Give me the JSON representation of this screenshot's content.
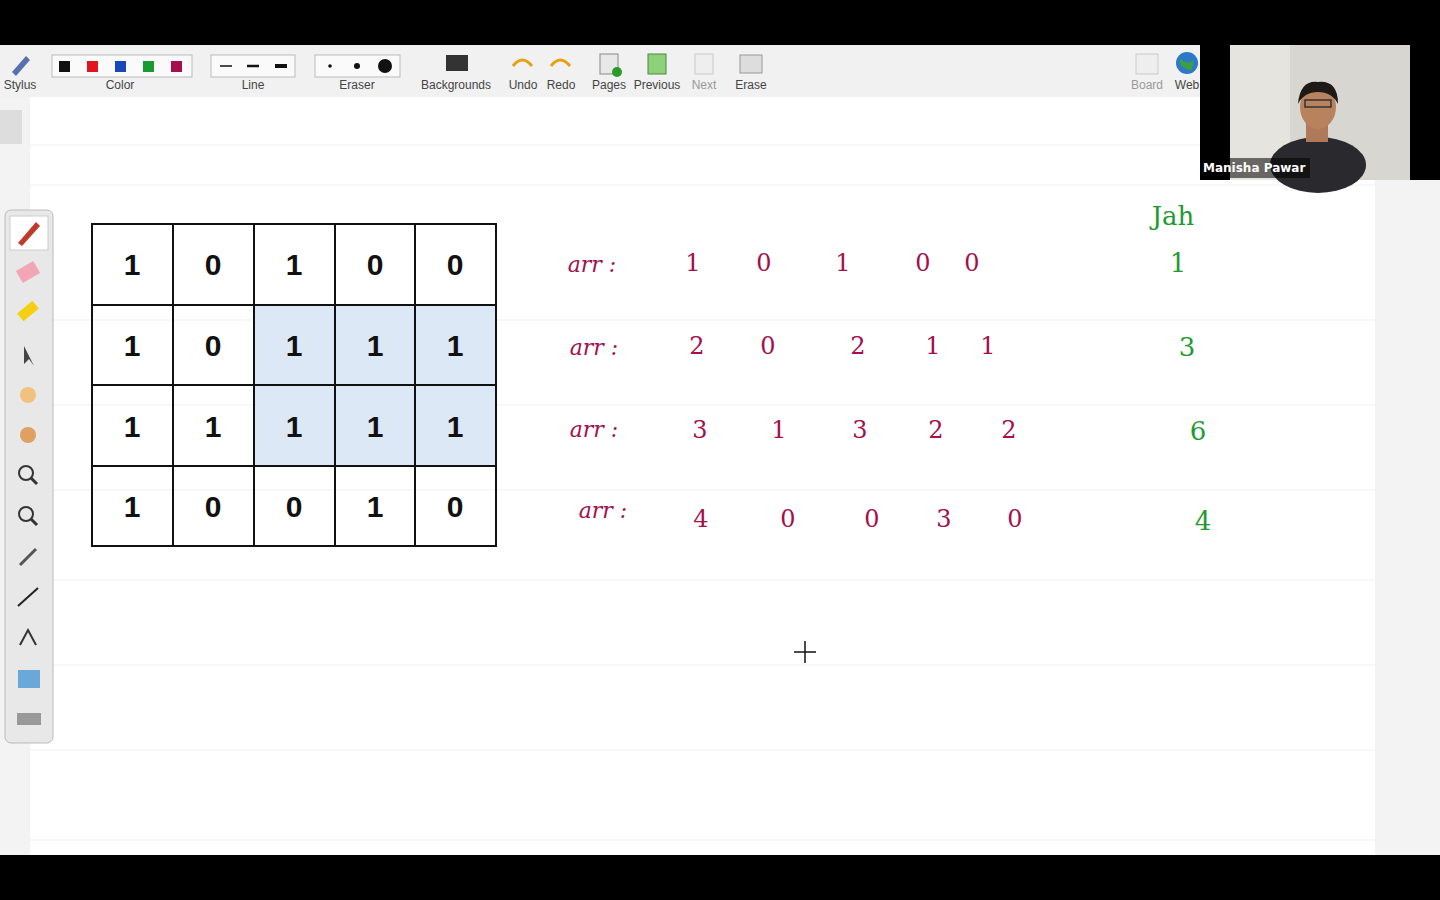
{
  "diagram": {
    "labels": [
      "Stylus",
      "Color",
      "Line",
      "Eraser",
      "Backgrounds",
      "Undo",
      "Redo",
      "Pages",
      "Previous",
      "Next",
      "Erase",
      "Board",
      "Web",
      "1",
      "0",
      "1",
      "0",
      "0",
      "1",
      "0",
      "1",
      "1",
      "1",
      "1",
      "1",
      "1",
      "1",
      "1",
      "1",
      "0",
      "0",
      "1",
      "0",
      "arr :",
      "1",
      "0",
      "1",
      "0",
      "0",
      "arr :",
      "2",
      "0",
      "2",
      "1",
      "1",
      "arr :",
      "3",
      "1",
      "3",
      "2",
      "2",
      "arr :",
      "4",
      "0",
      "0",
      "3",
      "0",
      "Jah",
      "1",
      "3",
      "6",
      "4",
      "Manisha Pawar"
    ]
  }
}
